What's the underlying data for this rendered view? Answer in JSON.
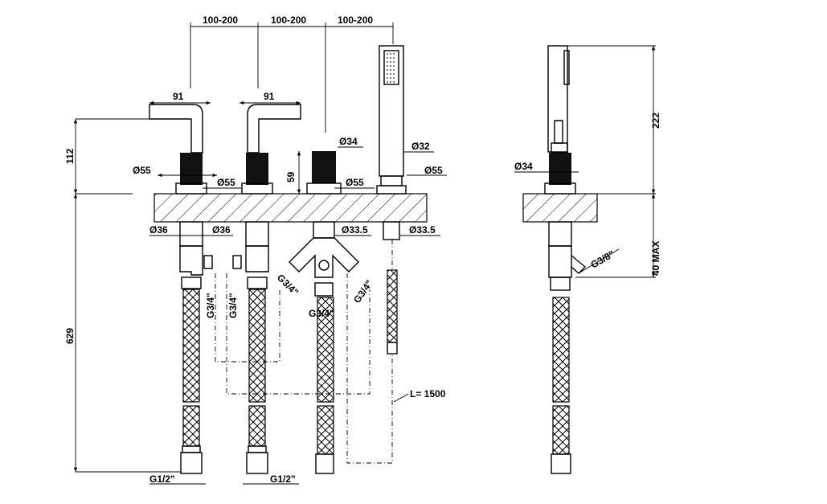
{
  "dimensions": {
    "spacing": [
      "100-200",
      "100-200",
      "100-200"
    ],
    "handle_width_left": "91",
    "handle_width_right": "91",
    "height_above_deck": "112",
    "total_height": "629",
    "body_height": "59",
    "dia_55_a": "Ø55",
    "dia_55_b": "Ø55",
    "dia_55_c": "Ø55",
    "dia_55_d": "Ø55",
    "dia_34_front": "Ø34",
    "dia_32": "Ø32",
    "dia_36_a": "Ø36",
    "dia_36_b": "Ø36",
    "dia_33_5_a": "Ø33.5",
    "dia_33_5_b": "Ø33.5",
    "hose_length": "L= 1500",
    "side_height": "222",
    "side_dia_34": "Ø34",
    "side_max": "40 MAX"
  },
  "threads": {
    "g34_a": "G3/4\"",
    "g34_b": "G3/4\"",
    "g34_c": "G3/4\"",
    "g34_d": "G3/4\"",
    "g34_e": "G3/4\"",
    "g38": "G3/8\"",
    "g12_left": "G1/2\"",
    "g12_right": "G1/2\""
  }
}
